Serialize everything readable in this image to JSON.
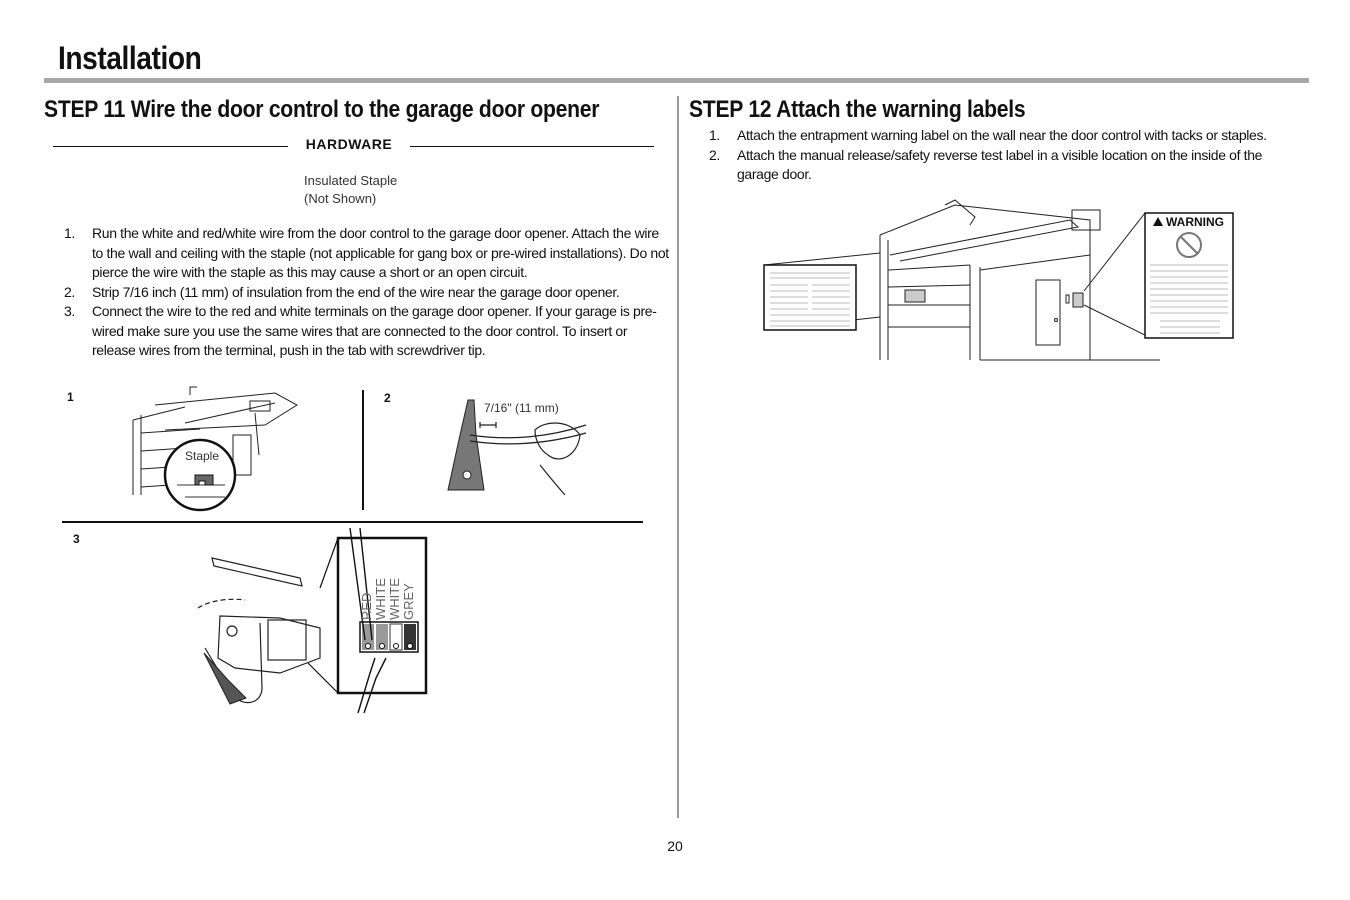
{
  "header": {
    "title": "Installation"
  },
  "step11": {
    "heading": "STEP 11 Wire the door control to the garage door opener",
    "hardware": {
      "label": "HARDWARE",
      "item_line1": "Insulated Staple",
      "item_line2": "(Not Shown)"
    },
    "instructions": [
      {
        "num": "1.",
        "text": "Run the white and red/white wire from the door control to the garage door opener. Attach the wire to the wall and ceiling with the staple (not applicable for gang box or pre-wired installations). Do not pierce the wire with the staple as this may cause a short or an open circuit."
      },
      {
        "num": "2.",
        "text": "Strip 7/16 inch (11 mm) of insulation from the end of the wire near the garage door opener."
      },
      {
        "num": "3.",
        "text": "Connect the wire to the red and white terminals on the garage door opener. If your garage is pre-wired make sure you use the same wires that are connected to the door control. To insert or release wires from the terminal, push in the tab with screwdriver tip."
      }
    ],
    "figures": {
      "fig1": {
        "number": "1",
        "label": "Staple"
      },
      "fig2": {
        "number": "2",
        "label": "7/16\" (11 mm)"
      },
      "fig3": {
        "number": "3",
        "terminal_labels": [
          "RED",
          "WHITE",
          "WHITE",
          "GREY"
        ]
      }
    }
  },
  "step12": {
    "heading": "STEP 12 Attach the warning labels",
    "instructions": [
      {
        "num": "1.",
        "text": "Attach the entrapment warning label on the wall near the door control with tacks or staples."
      },
      {
        "num": "2.",
        "text": "Attach the manual release/safety reverse test label in a visible location on the inside of the garage door."
      }
    ],
    "figure": {
      "warning_label": "WARNING"
    }
  },
  "footer": {
    "page_number": "20"
  }
}
